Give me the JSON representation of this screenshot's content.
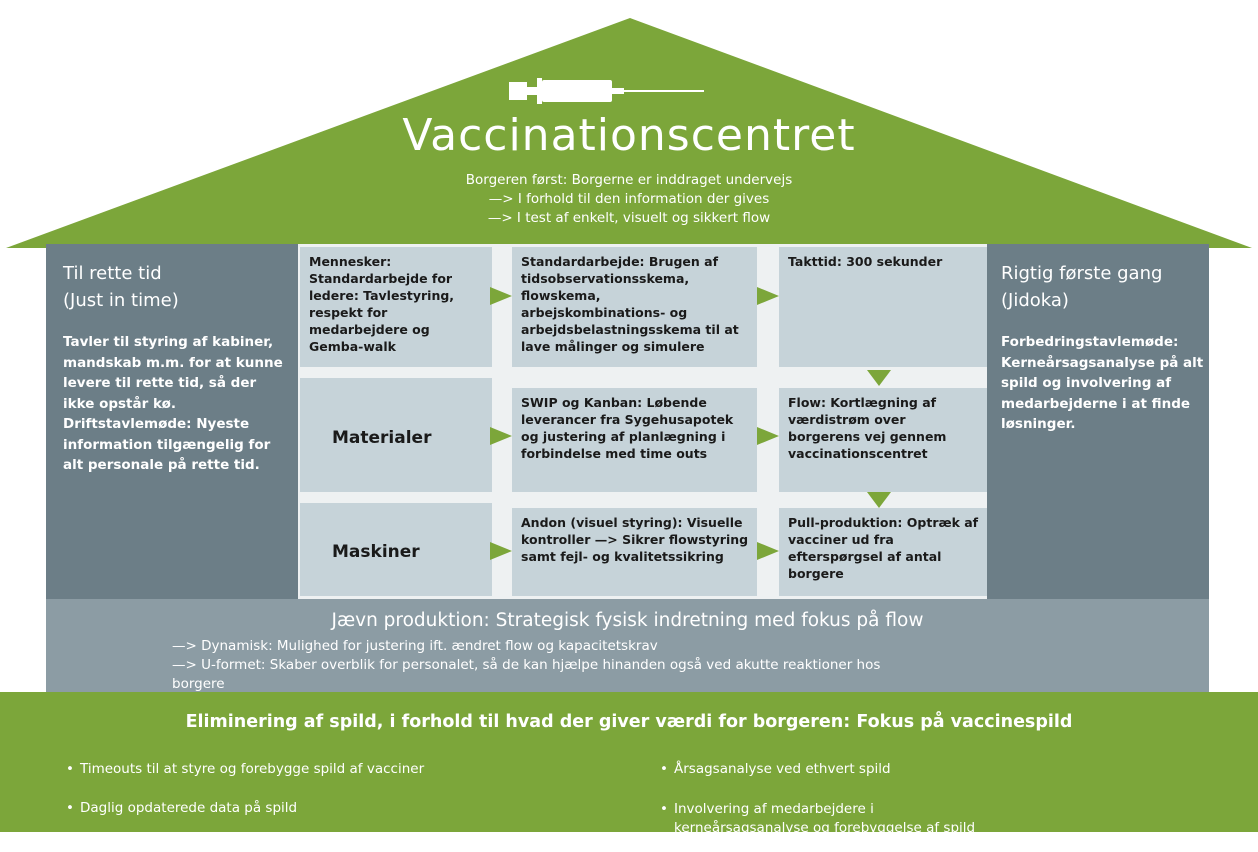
{
  "colors": {
    "green": "#7ca63a",
    "pillar": "#6c7e87",
    "cell": "#c6d3d9",
    "grey_base": "#8c9ca4"
  },
  "roof": {
    "icon": "syringe-icon",
    "title": "Vaccinationscentret",
    "subtitle_lines": [
      "Borgeren først: Borgerne er inddraget undervejs",
      "—> I forhold til den information der gives",
      "—> I test af enkelt, visuelt og sikkert flow"
    ]
  },
  "left_pillar": {
    "title_lines": [
      "Til rette tid",
      "(Just in time)"
    ],
    "body": "Tavler til styring af kabiner, mandskab m.m. for at kunne levere til rette tid, så der ikke opstår kø. Driftstavlemøde: Nyeste information tilgængelig for alt personale på rette tid."
  },
  "right_pillar": {
    "title_lines": [
      "Rigtig første gang",
      "(Jidoka)"
    ],
    "body": "Forbedringstavlemøde: Kerneårsagsanalyse på alt spild og involvering af medarbejderne i at finde løsninger."
  },
  "grid": {
    "r1c1": "Mennesker: Standardarbejde for ledere: Tavlestyring, respekt for medarbejdere og Gemba-walk",
    "r1c2": "Standardarbejde: Brugen af tidsobservationsskema, flowskema, arbejskombinations- og arbejdsbelastningsskema til at lave målinger og simulere",
    "r1c3": "Takttid: 300 sekunder",
    "r2c1": "Materialer",
    "r2c2": "SWIP og Kanban: Løbende leverancer fra Sygehusapotek og justering af planlægning i forbindelse med time outs",
    "r2c3": "Flow: Kortlægning af værdistrøm over borgerens vej gennem vaccinationscentret",
    "r3c1": "Maskiner",
    "r3c2": "Andon (visuel styring): Visuelle kontroller —> Sikrer flowstyring samt fejl- og kvalitetssikring",
    "r3c3": "Pull-produktion: Optræk af vacciner ud fra efterspørgsel af antal borgere"
  },
  "foundation": {
    "title": "Jævn produktion: Strategisk fysisk indretning med fokus på flow",
    "line1": "—> Dynamisk: Mulighed for justering ift. ændret flow og kapacitetskrav",
    "line2": "—> U-formet: Skaber overblik for personalet, så de kan hjælpe hinanden også ved akutte reaktioner hos",
    "line3": "borgere"
  },
  "base": {
    "title": "Eliminering af spild, i forhold til hvad der giver værdi for borgeren: Fokus på vaccinespild",
    "bullet_char": "•",
    "bullets": [
      "Timeouts til at styre og forebygge spild af vacciner",
      "Daglig opdaterede data på spild",
      "Årsagsanalyse ved ethvert spild",
      "Involvering af medarbejdere i",
      "kerneårsagsanalyse og forebyggelse af spild"
    ]
  }
}
